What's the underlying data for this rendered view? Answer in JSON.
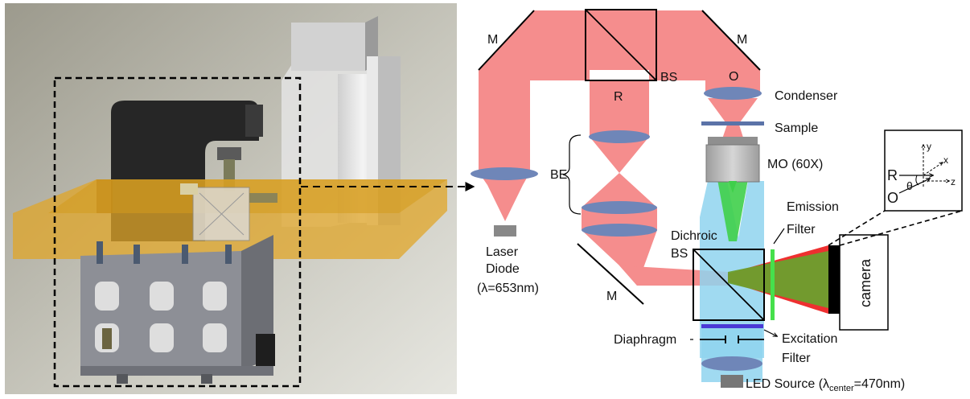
{
  "colors": {
    "laser_beam": "#f58d8d",
    "lens": "#6f86b8",
    "emission_green": "#3fcf4a",
    "excitation_blue": "#8fd4ee",
    "excitation_filter": "#4a3ad6",
    "emission_filter": "#46e04c",
    "camera_red": "#ee3030",
    "yellow_plate": "#e0a528",
    "instrument_dark": "#262626"
  },
  "labels": {
    "mirror_top_left": "M",
    "mirror_top_right": "M",
    "mirror_bottom": "M",
    "beam_splitter": "BS",
    "object_beam": "O",
    "reference_beam": "R",
    "condenser": "Condenser",
    "sample": "Sample",
    "objective": "MO (60X)",
    "beam_expander": "BE",
    "laser_line1": "Laser",
    "laser_line2": "Diode",
    "laser_line3": "(λ=653nm)",
    "dichroic_line1": "Dichroic",
    "dichroic_line2": "BS",
    "emission_line1": "Emission",
    "emission_line2": "Filter",
    "excitation_line1": "Excitation",
    "excitation_line2": "Filter",
    "diaphragm": "Diaphragm",
    "led_prefix": "LED Source (λ",
    "led_subscript": "center",
    "led_suffix": "=470nm)",
    "camera": "camera"
  },
  "inset": {
    "axis_y": "y",
    "axis_x": "x",
    "axis_z": "z",
    "ref": "R",
    "obj": "O",
    "angle": "θ"
  }
}
